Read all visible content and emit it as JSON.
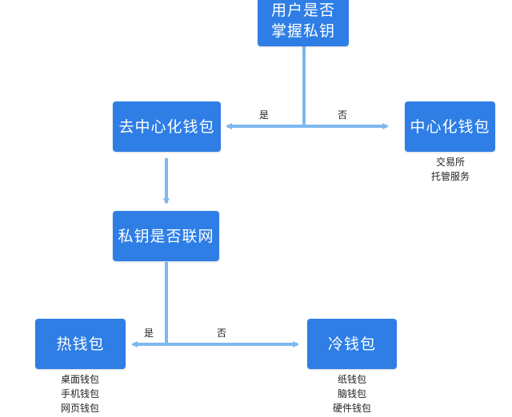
{
  "colors": {
    "node": "#2e7ee6",
    "connector": "#7eb8f0",
    "text": "#222222"
  },
  "nodes": {
    "root": {
      "line1": "用户是否",
      "line2": "掌握私钥"
    },
    "decentralized": {
      "label": "去中心化钱包"
    },
    "centralized": {
      "label": "中心化钱包"
    },
    "online_check": {
      "label": "私钥是否联网"
    },
    "hot": {
      "label": "热钱包"
    },
    "cold": {
      "label": "冷钱包"
    }
  },
  "edges": {
    "root_yes": "是",
    "root_no": "否",
    "online_yes": "是",
    "online_no": "否"
  },
  "captions": {
    "centralized": [
      "交易所",
      "托管服务"
    ],
    "hot": [
      "桌面钱包",
      "手机钱包",
      "网页钱包"
    ],
    "cold": [
      "纸钱包",
      "脑钱包",
      "硬件钱包"
    ]
  }
}
